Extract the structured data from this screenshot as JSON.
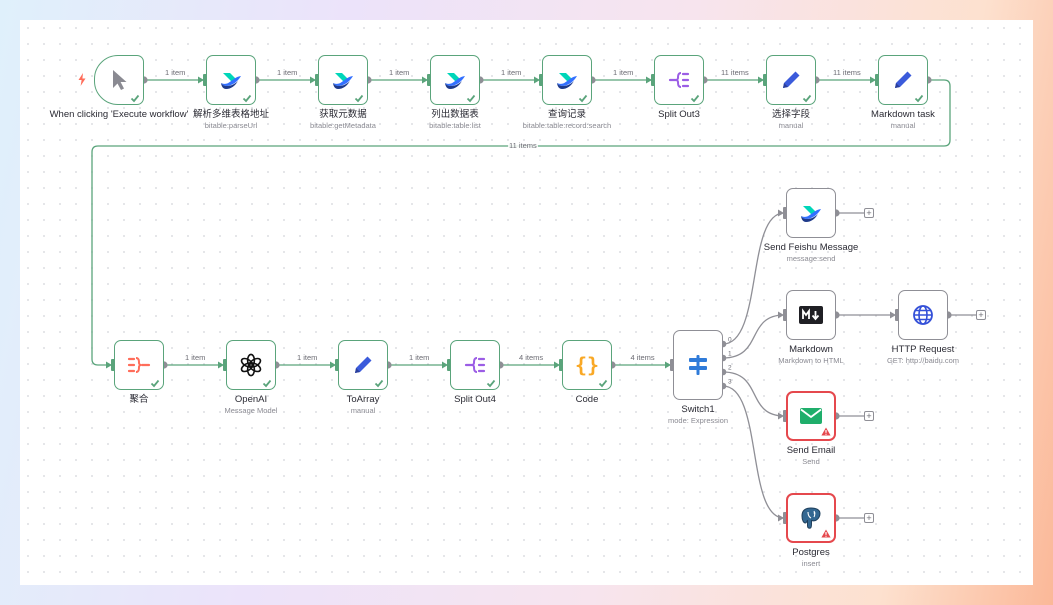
{
  "nodes": [
    {
      "id": "trigger",
      "label": "When clicking 'Execute workflow'",
      "sub": "",
      "icon": "cursor-icon"
    },
    {
      "id": "n1",
      "label": "解析多维表格地址",
      "sub": "bitable:parseUrl",
      "icon": "feishu-icon"
    },
    {
      "id": "n2",
      "label": "获取元数据",
      "sub": "bitable:getMetadata",
      "icon": "feishu-icon"
    },
    {
      "id": "n3",
      "label": "列出数据表",
      "sub": "bitable:table:list",
      "icon": "feishu-icon"
    },
    {
      "id": "n4",
      "label": "查询记录",
      "sub": "bitable:table:record:search",
      "icon": "feishu-icon"
    },
    {
      "id": "n5",
      "label": "Split Out3",
      "sub": "",
      "icon": "split-out-icon"
    },
    {
      "id": "n6",
      "label": "选择字段",
      "sub": "manual",
      "icon": "pencil-icon"
    },
    {
      "id": "n7",
      "label": "Markdown task",
      "sub": "manual",
      "icon": "pencil-icon"
    },
    {
      "id": "n8",
      "label": "聚合",
      "sub": "",
      "icon": "aggregate-icon"
    },
    {
      "id": "n9",
      "label": "OpenAI",
      "sub": "Message Model",
      "icon": "openai-icon"
    },
    {
      "id": "n10",
      "label": "ToArray",
      "sub": "manual",
      "icon": "pencil-icon"
    },
    {
      "id": "n11",
      "label": "Split Out4",
      "sub": "",
      "icon": "split-out-icon"
    },
    {
      "id": "n12",
      "label": "Code",
      "sub": "",
      "icon": "code-braces-icon"
    },
    {
      "id": "n13",
      "label": "Switch1",
      "sub": "mode: Expression",
      "icon": "switch-icon"
    },
    {
      "id": "n14",
      "label": "Send Feishu Message",
      "sub": "message:send",
      "icon": "feishu-icon"
    },
    {
      "id": "n15",
      "label": "Markdown",
      "sub": "Markdown to HTML",
      "icon": "markdown-icon"
    },
    {
      "id": "n16",
      "label": "HTTP Request",
      "sub": "GET: http://baidu.com",
      "icon": "globe-icon"
    },
    {
      "id": "n17",
      "label": "Send Email",
      "sub": "Send",
      "icon": "email-icon"
    },
    {
      "id": "n18",
      "label": "Postgres",
      "sub": "insert",
      "icon": "postgres-icon"
    }
  ],
  "edge_labels": [
    "1 item",
    "1 item",
    "1 item",
    "1 item",
    "1 item",
    "11 items",
    "11 items",
    "11 items",
    "1 item",
    "1 item",
    "1 item",
    "4 items",
    "4 items"
  ],
  "switch_outputs": [
    "0",
    "1",
    "2",
    "3"
  ],
  "colors": {
    "success": "#5aa47b",
    "error": "#e5484d",
    "edge": "#8f8f96",
    "trigger_bolt": "#ff6d5a",
    "feishu_blue": "#3370ff",
    "feishu_teal": "#00d6b9",
    "n8n_purple": "#9b5de5",
    "pencil_blue": "#3b5bdb",
    "code_orange": "#f9a825",
    "aggregate_red": "#ff6d5a",
    "email_green": "#1fae6b",
    "postgres_blue": "#336791"
  }
}
